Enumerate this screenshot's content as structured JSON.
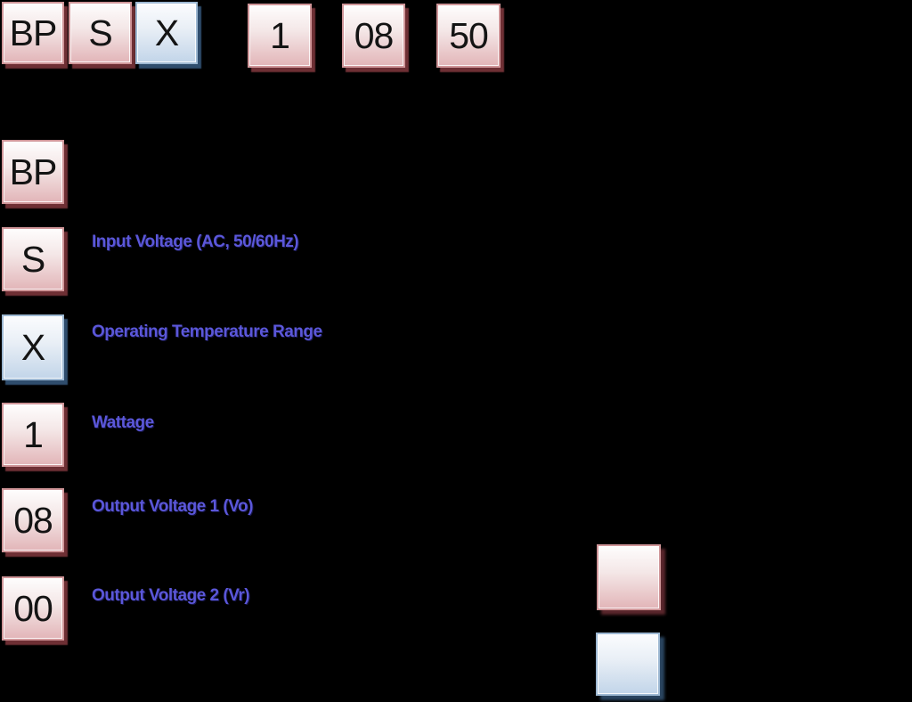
{
  "colors": {
    "background": "#000000",
    "pink_box_border": "#cf9598",
    "pink_box_fill_top": "#fefdfd",
    "pink_box_fill_bottom": "#e2b5b8",
    "pink_box_shadow": "#6e2f34",
    "blue_box_border": "#9db8d2",
    "blue_box_fill_top": "#fbfcfe",
    "blue_box_fill_bottom": "#c2d5e9",
    "blue_box_shadow": "#2f4d6d",
    "label_text": "#5b57d9",
    "box_text": "#141414"
  },
  "part_number_row": {
    "segments": [
      {
        "code": "BP",
        "variant": "pink"
      },
      {
        "code": "S",
        "variant": "pink"
      },
      {
        "code": "X",
        "variant": "blue"
      },
      {
        "code": "1",
        "variant": "pink"
      },
      {
        "code": "08",
        "variant": "pink"
      },
      {
        "code": "50",
        "variant": "pink"
      }
    ]
  },
  "breakdown_rows": [
    {
      "code": "BP",
      "variant": "pink",
      "label": ""
    },
    {
      "code": "S",
      "variant": "pink",
      "label": "Input Voltage (AC, 50/60Hz)"
    },
    {
      "code": "X",
      "variant": "blue",
      "label": "Operating Temperature Range"
    },
    {
      "code": "1",
      "variant": "pink",
      "label": "Wattage"
    },
    {
      "code": "08",
      "variant": "pink",
      "label": "Output Voltage 1 (Vo)"
    },
    {
      "code": "00",
      "variant": "pink",
      "label": "Output Voltage 2 (Vr)"
    }
  ],
  "color_key": {
    "swatches": [
      {
        "variant": "pink"
      },
      {
        "variant": "blue"
      }
    ]
  }
}
